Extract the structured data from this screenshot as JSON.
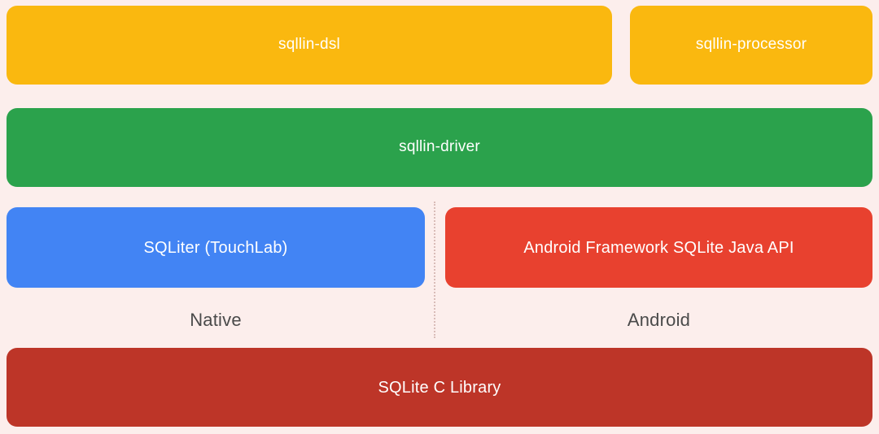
{
  "diagram": {
    "type": "layered-architecture",
    "background_color": "#fceeec",
    "layers": [
      {
        "name": "api-layer",
        "boxes": [
          {
            "label": "sqllin-dsl",
            "color": "#fab80f",
            "text_color": "#ffffff"
          },
          {
            "label": "sqllin-processor",
            "color": "#fab80f",
            "text_color": "#ffffff"
          }
        ]
      },
      {
        "name": "driver-layer",
        "boxes": [
          {
            "label": "sqllin-driver",
            "color": "#2ba24c",
            "text_color": "#ffffff"
          }
        ]
      },
      {
        "name": "platform-layer",
        "boxes": [
          {
            "label": "SQLiter (TouchLab)",
            "color": "#4284f4",
            "text_color": "#ffffff"
          },
          {
            "label": "Android Framework SQLite Java API",
            "color": "#e8412f",
            "text_color": "#ffffff"
          }
        ]
      },
      {
        "name": "platform-captions",
        "boxes": [
          {
            "label": "Native",
            "color": "#fceeec",
            "text_color": "#4a4a4a"
          },
          {
            "label": "Android",
            "color": "#fceeec",
            "text_color": "#4a4a4a"
          }
        ]
      },
      {
        "name": "native-library-layer",
        "boxes": [
          {
            "label": "SQLite C Library",
            "color": "#bd3528",
            "text_color": "#ffffff"
          }
        ]
      }
    ],
    "divider": {
      "style": "dotted",
      "color": "#d9bcb8",
      "orientation": "vertical"
    }
  }
}
